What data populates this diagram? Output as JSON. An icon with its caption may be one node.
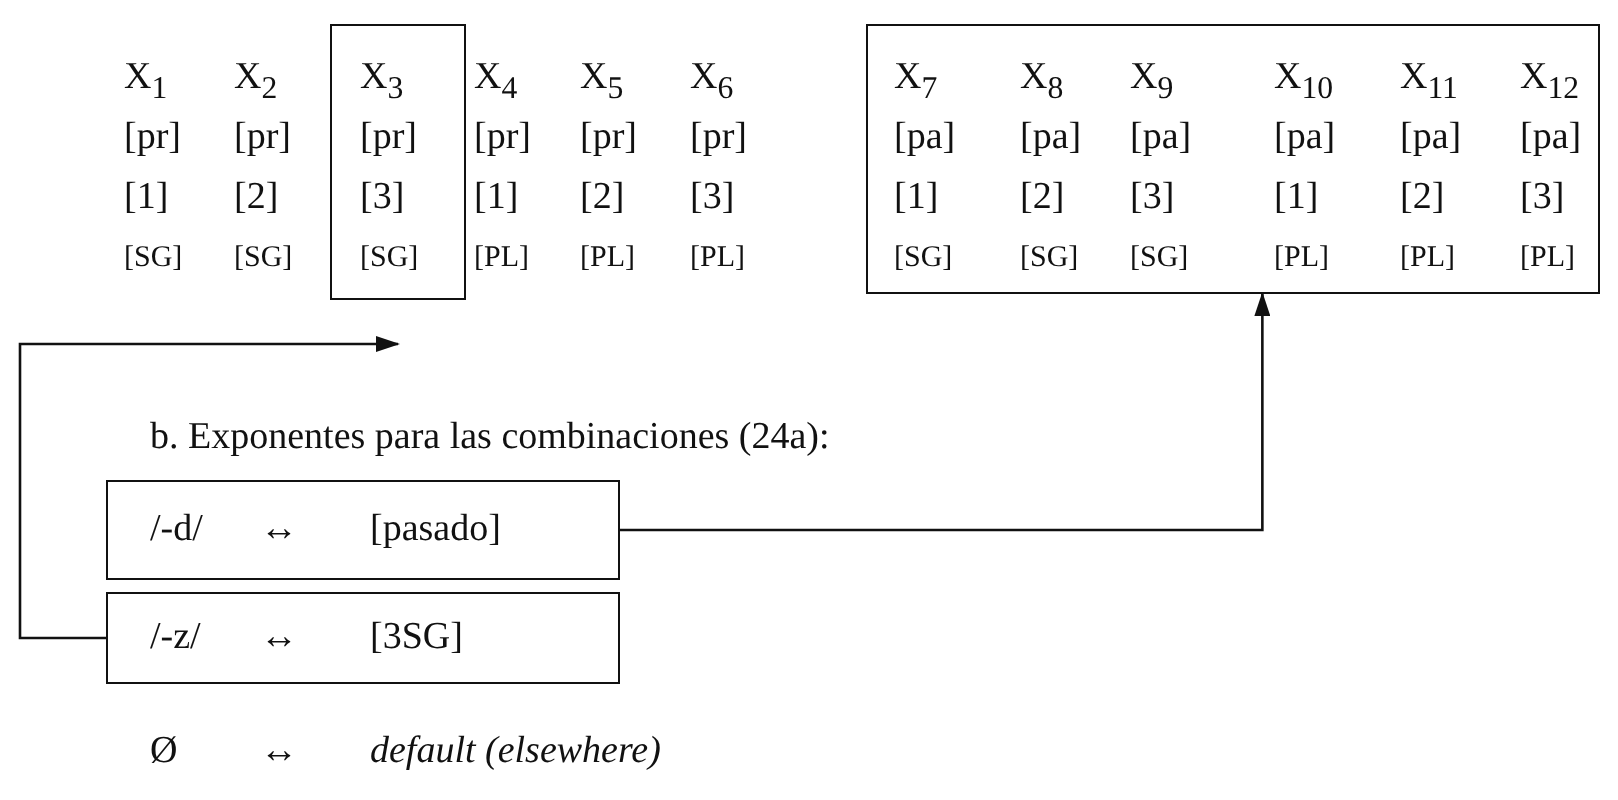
{
  "diagram": {
    "nodes": [
      {
        "text": [
          "X$_{3}$",
          "[pr]",
          "[3]",
          "[SG]"
        ]
      },
      {
        "text": [
          "X$_{7}$",
          "X$_{8}$",
          "X$_{9}$",
          "X$_{10}$",
          "X$_{11}$",
          "X$_{12}$",
          "[pa]",
          "[pa]",
          "[pa]",
          "[pa]",
          "[pa]",
          "[pa]",
          "[1]",
          "[2]",
          "[3]",
          "[1]",
          "[2]",
          "[3]",
          "[SG]",
          "[SG]",
          "[SG]",
          "[PL]",
          "[PL]",
          "[PL]"
        ]
      },
      {
        "text": [
          "/-d/",
          "↔",
          "[pasado]"
        ]
      },
      {
        "text": [
          "/-z/",
          "↔",
          "[3SG]"
        ]
      }
    ],
    "edges": [
      {
        "from": 2,
        "to": 1,
        "arrow": "to"
      },
      {
        "from": 3,
        "to": 0,
        "arrow": "to"
      }
    ],
    "labels": [
      "X$_{1}$",
      "X$_{2}$",
      "X$_{4}$",
      "X$_{5}$",
      "X$_{6}$",
      "[pr]",
      "[pr]",
      "[pr]",
      "[pr]",
      "[pr]",
      "[1]",
      "[2]",
      "[1]",
      "[2]",
      "[3]",
      "[SG]",
      "[SG]",
      "[PL]",
      "[PL]",
      "[PL]",
      "b. Exponentes para las combinaciones (24a):",
      "Ø",
      "↔",
      "default (elsewhere)"
    ]
  }
}
